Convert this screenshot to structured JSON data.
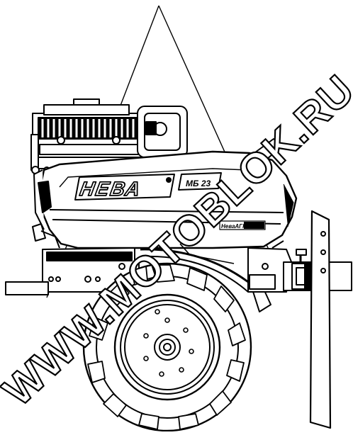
{
  "brand_logo": "НЕВА",
  "model_plate": "МБ 23",
  "side_badge": "НеваАГРО",
  "watermark": "WWW.MOTOBLOK.RU",
  "colors": {
    "ink": "#000000",
    "paper": "#ffffff"
  }
}
